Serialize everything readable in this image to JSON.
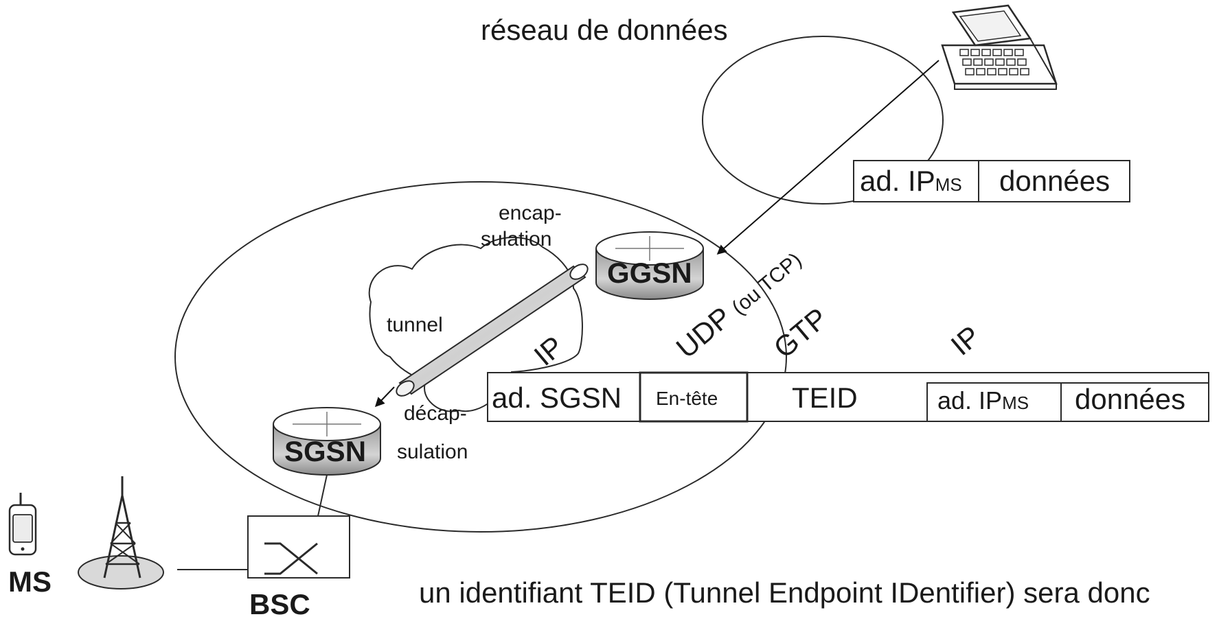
{
  "title": "réseau de données",
  "nodes": {
    "ggsn": "GGSN",
    "sgsn": "SGSN",
    "bsc": "BSC",
    "ms": "MS"
  },
  "labels": {
    "encapsulation_line1": "encap-",
    "encapsulation_line2": "sulation",
    "decapsulation_line1": "décap-",
    "decapsulation_line2": "sulation",
    "tunnel": "tunnel",
    "ip_left": "IP",
    "ip_right": "IP",
    "udp": "UDP",
    "udp_alt": "(ou TCP)",
    "gtp": "GTP"
  },
  "packet_top": {
    "addr_main": "ad. IP",
    "addr_sub": "MS",
    "payload": "données"
  },
  "packet_bottom": {
    "sgsn_addr": "ad. SGSN",
    "header": "En-tête",
    "teid": "TEID",
    "addr_main": "ad. IP",
    "addr_sub": "MS",
    "payload": "données"
  },
  "caption": "un identifiant TEID (Tunnel Endpoint IDentifier) sera donc",
  "colors": {
    "stroke": "#2a2a2a",
    "text": "#1a1a1a",
    "node_fill": "#ffffff",
    "node_shade": "#bdbdbd",
    "cloud_fill": "#ffffff",
    "antenna_base": "#d9d9d9"
  }
}
